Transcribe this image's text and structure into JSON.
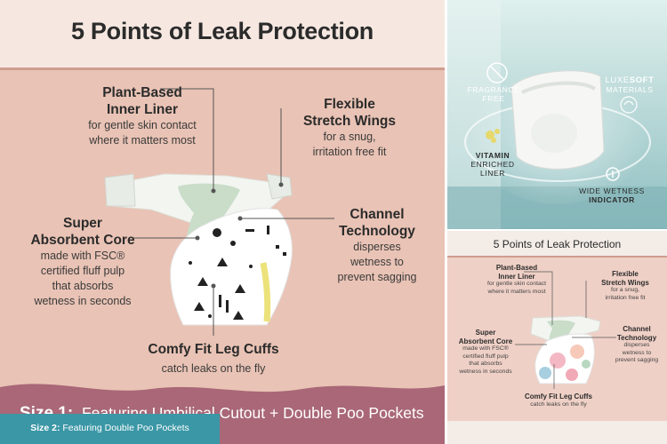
{
  "main": {
    "title": "5 Points of Leak Protection",
    "liner": {
      "title_line1": "Plant-Based",
      "title_line2": "Inner Liner",
      "desc_line1": "for gentle skin contact",
      "desc_line2": "where it matters most"
    },
    "wings": {
      "title_line1": "Flexible",
      "title_line2": "Stretch Wings",
      "desc_line1": "for a snug,",
      "desc_line2": "irritation free fit"
    },
    "core": {
      "title_line1": "Super",
      "title_line2": "Absorbent Core",
      "desc_line1": "made with FSC®",
      "desc_line2": "certified fluff pulp",
      "desc_line3": "that absorbs",
      "desc_line4": "wetness in seconds"
    },
    "channel": {
      "title_line1": "Channel",
      "title_line2": "Technology",
      "desc_line1": "disperses",
      "desc_line2": "wetness to",
      "desc_line3": "prevent sagging"
    },
    "cuffs": {
      "title": "Comfy Fit Leg Cuffs",
      "desc": "catch leaks on the fly"
    },
    "banner": {
      "size_label": "Size 1:",
      "text": "Featuring Umbilical Cutout + Double Poo Pockets"
    }
  },
  "features": {
    "fragrance_line1": "FRAGRANCE",
    "fragrance_line2": "FREE",
    "luxe_prefix": "LUXE",
    "luxe_suffix": "SOFT",
    "luxe_line2": "MATERIALS",
    "vitamin_line1": "VITAMIN",
    "vitamin_line2": "ENRICHED",
    "vitamin_line3": "LINER",
    "wetness_line1": "WIDE WETNESS",
    "wetness_line2": "INDICATOR"
  },
  "mini": {
    "title": "5 Points of Leak Protection",
    "liner": {
      "title_line1": "Plant-Based",
      "title_line2": "Inner Liner",
      "desc_line1": "for gentle skin contact",
      "desc_line2": "where it matters most"
    },
    "wings": {
      "title_line1": "Flexible",
      "title_line2": "Stretch Wings",
      "desc_line1": "for a snug,",
      "desc_line2": "irritation free fit"
    },
    "core": {
      "title_line1": "Super",
      "title_line2": "Absorbent Core",
      "desc_line1": "made with FSC®",
      "desc_line2": "certified fluff pulp",
      "desc_line3": "that absorbs",
      "desc_line4": "wetness in seconds"
    },
    "channel": {
      "title_line1": "Channel",
      "title_line2": "Technology",
      "desc_line1": "disperses",
      "desc_line2": "wetness to",
      "desc_line3": "prevent sagging"
    },
    "cuffs": {
      "title": "Comfy Fit Leg Cuffs",
      "desc": "catch leaks on the fly"
    },
    "banner": {
      "size_label": "Size 2:",
      "text": "Featuring Double Poo Pockets"
    }
  },
  "colors": {
    "banner_main": "#a96777",
    "banner_mini": "#3b97a6",
    "accent_line": "#cf9d8f"
  },
  "icons": [
    "fragrance-free-icon",
    "luxesoft-icon",
    "vitamin-icon",
    "wetness-indicator-icon"
  ]
}
